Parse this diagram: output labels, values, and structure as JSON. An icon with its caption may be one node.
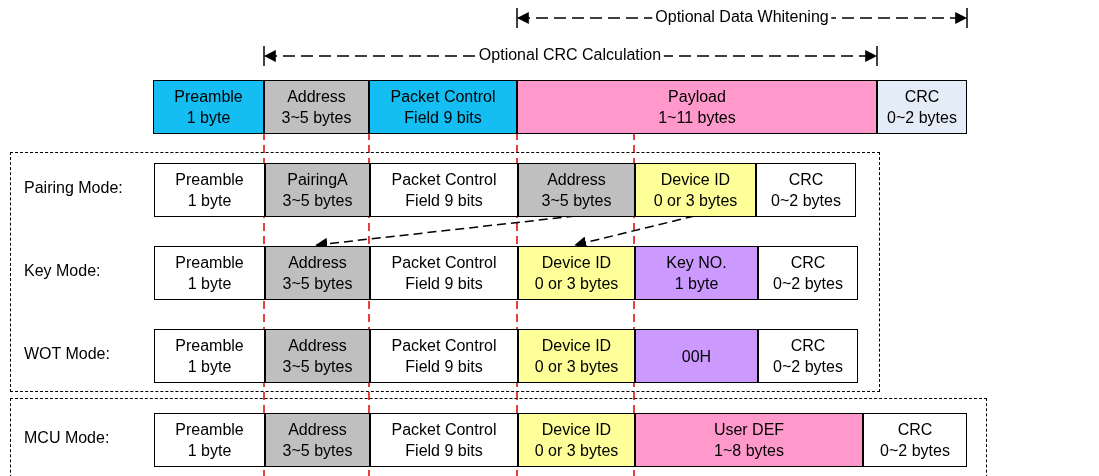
{
  "diagram": {
    "nodes": [
      {
        "text": [
          "Preamble",
          "1 byte"
        ]
      },
      {
        "text": [
          "Address",
          "3~5 bytes"
        ]
      },
      {
        "text": [
          "Packet Control",
          "Field 9 bits"
        ]
      },
      {
        "text": [
          "Payload",
          "1~11 bytes"
        ]
      },
      {
        "text": [
          "CRC",
          "0~2 bytes"
        ]
      },
      {
        "text": [],
        "shape": "box"
      },
      {
        "text": [
          "Preamble",
          "1 byte"
        ],
        "in": 5
      },
      {
        "text": [
          "PairingA",
          "3~5 bytes"
        ],
        "in": 5
      },
      {
        "text": [
          "Packet Control",
          "Field 9 bits"
        ],
        "in": 5
      },
      {
        "text": [
          "Address",
          "3~5 bytes"
        ],
        "in": 5
      },
      {
        "text": [
          "Device ID",
          "0 or 3 bytes"
        ],
        "in": 5
      },
      {
        "text": [
          "CRC",
          "0~2 bytes"
        ],
        "in": 5
      },
      {
        "text": [
          "Preamble",
          "1 byte"
        ],
        "in": 5
      },
      {
        "text": [
          "Address",
          "3~5 bytes"
        ],
        "in": 5
      },
      {
        "text": [
          "Packet Control",
          "Field 9 bits"
        ],
        "in": 5
      },
      {
        "text": [
          "Device ID",
          "0 or 3 bytes"
        ],
        "in": 5
      },
      {
        "text": [
          "Key NO.",
          "1 byte"
        ],
        "in": 5
      },
      {
        "text": [
          "CRC",
          "0~2 bytes"
        ],
        "in": 5
      },
      {
        "text": [
          "Preamble",
          "1 byte"
        ],
        "in": 5
      },
      {
        "text": [
          "Address",
          "3~5 bytes"
        ],
        "in": 5
      },
      {
        "text": [
          "Packet Control",
          "Field 9 bits"
        ],
        "in": 5
      },
      {
        "text": [
          "Device ID",
          "0 or 3 bytes"
        ],
        "in": 5
      },
      {
        "text": [
          "00H"
        ],
        "in": 5
      },
      {
        "text": [
          "CRC",
          "0~2 bytes"
        ],
        "in": 5
      },
      {
        "text": [],
        "shape": "box"
      },
      {
        "text": [
          "Preamble",
          "1 byte"
        ],
        "in": 24
      },
      {
        "text": [
          "Address",
          "3~5 bytes"
        ],
        "in": 24
      },
      {
        "text": [
          "Packet Control",
          "Field 9 bits"
        ],
        "in": 24
      },
      {
        "text": [
          "Device ID",
          "0 or 3 bytes"
        ],
        "in": 24
      },
      {
        "text": [
          "User DEF",
          "1~8 bytes"
        ],
        "in": 24
      },
      {
        "text": [
          "CRC",
          "0~2 bytes"
        ],
        "in": 24
      }
    ],
    "edges": [
      {
        "from": 9,
        "to": 13,
        "arrow": "to",
        "style": "dashed"
      },
      {
        "from": 10,
        "to": 15,
        "arrow": "to",
        "style": "dashed"
      }
    ],
    "labels": [
      "Optional Data Whitening",
      "Optional CRC Calculation",
      "Pairing Mode:",
      "Key Mode:",
      "WOT Mode:",
      "MCU Mode:"
    ]
  }
}
